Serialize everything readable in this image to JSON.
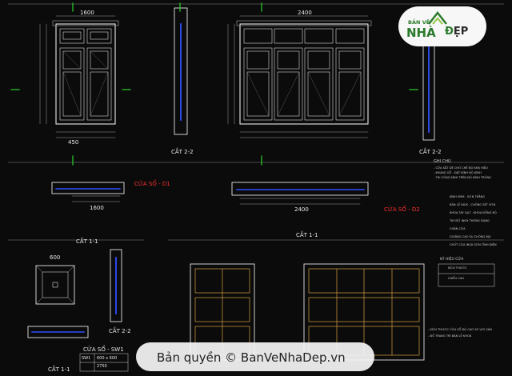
{
  "logo": {
    "line1": "BẢN VẼ",
    "line2": "NHÀ",
    "line3a": "Đ",
    "line3b": "ẸP"
  },
  "labels": {
    "cat22_a": "CẮT 2-2",
    "cat22_b": "CẮT 2-2",
    "cat22_c": "CẮT 2-2",
    "cat11_a": "CẮT 1-1",
    "cat11_b": "CẮT 1-1",
    "cat11_c": "CẮT 1-1",
    "cuaso_d1": "CỬA SỔ - D1",
    "cuaso_d2": "CỬA SỔ - D2",
    "cuaso_sw1": "CỬA SỔ - SW1",
    "sw1": "SW1",
    "sw1_size": "600 x 600",
    "sw1_h": "2750"
  },
  "dims": {
    "door1_w": "1600",
    "door2_w": "2400",
    "plan1_w": "1600",
    "plan2_w": "2400",
    "sq_w": "600",
    "sub450": "450"
  },
  "notes": {
    "ghichu": "GHI CHÚ",
    "n1": "- CỬA SẮT DẺ CHỐ CHẾ ĐỘ KHÁ HIỆU",
    "n2": "- KHUNG GỖ - ĐÁT KÍNH ĐỘ KÍNH",
    "n3": "- THI CÔNG KÍNH TRÊN ĐỘ KÍNH TRỐNG",
    "legend": [
      "KÍNH 5MM - SƠN TRẮNG",
      "BẢN LỀ INOX - CHỐNG SÉT SƠN",
      "KHÓA TAY GẠT - KHÓA ĐỒNG BỘ",
      "TAY ĐỠ INOX THÔNG DỤNG",
      "CHẶN CỬA",
      "GIOĂNG CAO SU CHỐNG BỤI",
      "CHỐT CỬA INOX SƠN TĨNH ĐIỆN"
    ],
    "kyhieu": "KÝ HIỆU CỬA",
    "kyhieu1": "KÍCH THƯỚC",
    "kyhieu2": "CHIỀU CAO",
    "bottom1": "- KÍCH THƯỚC CỬA SỔ ĐỘ CAO SO VỚI SÀN",
    "bottom2": "- ĐỒ TRANG TRÍ BẢN LỀ KHOÁ"
  },
  "watermark": "Bản quyền © BanVeNhaDep.vn"
}
